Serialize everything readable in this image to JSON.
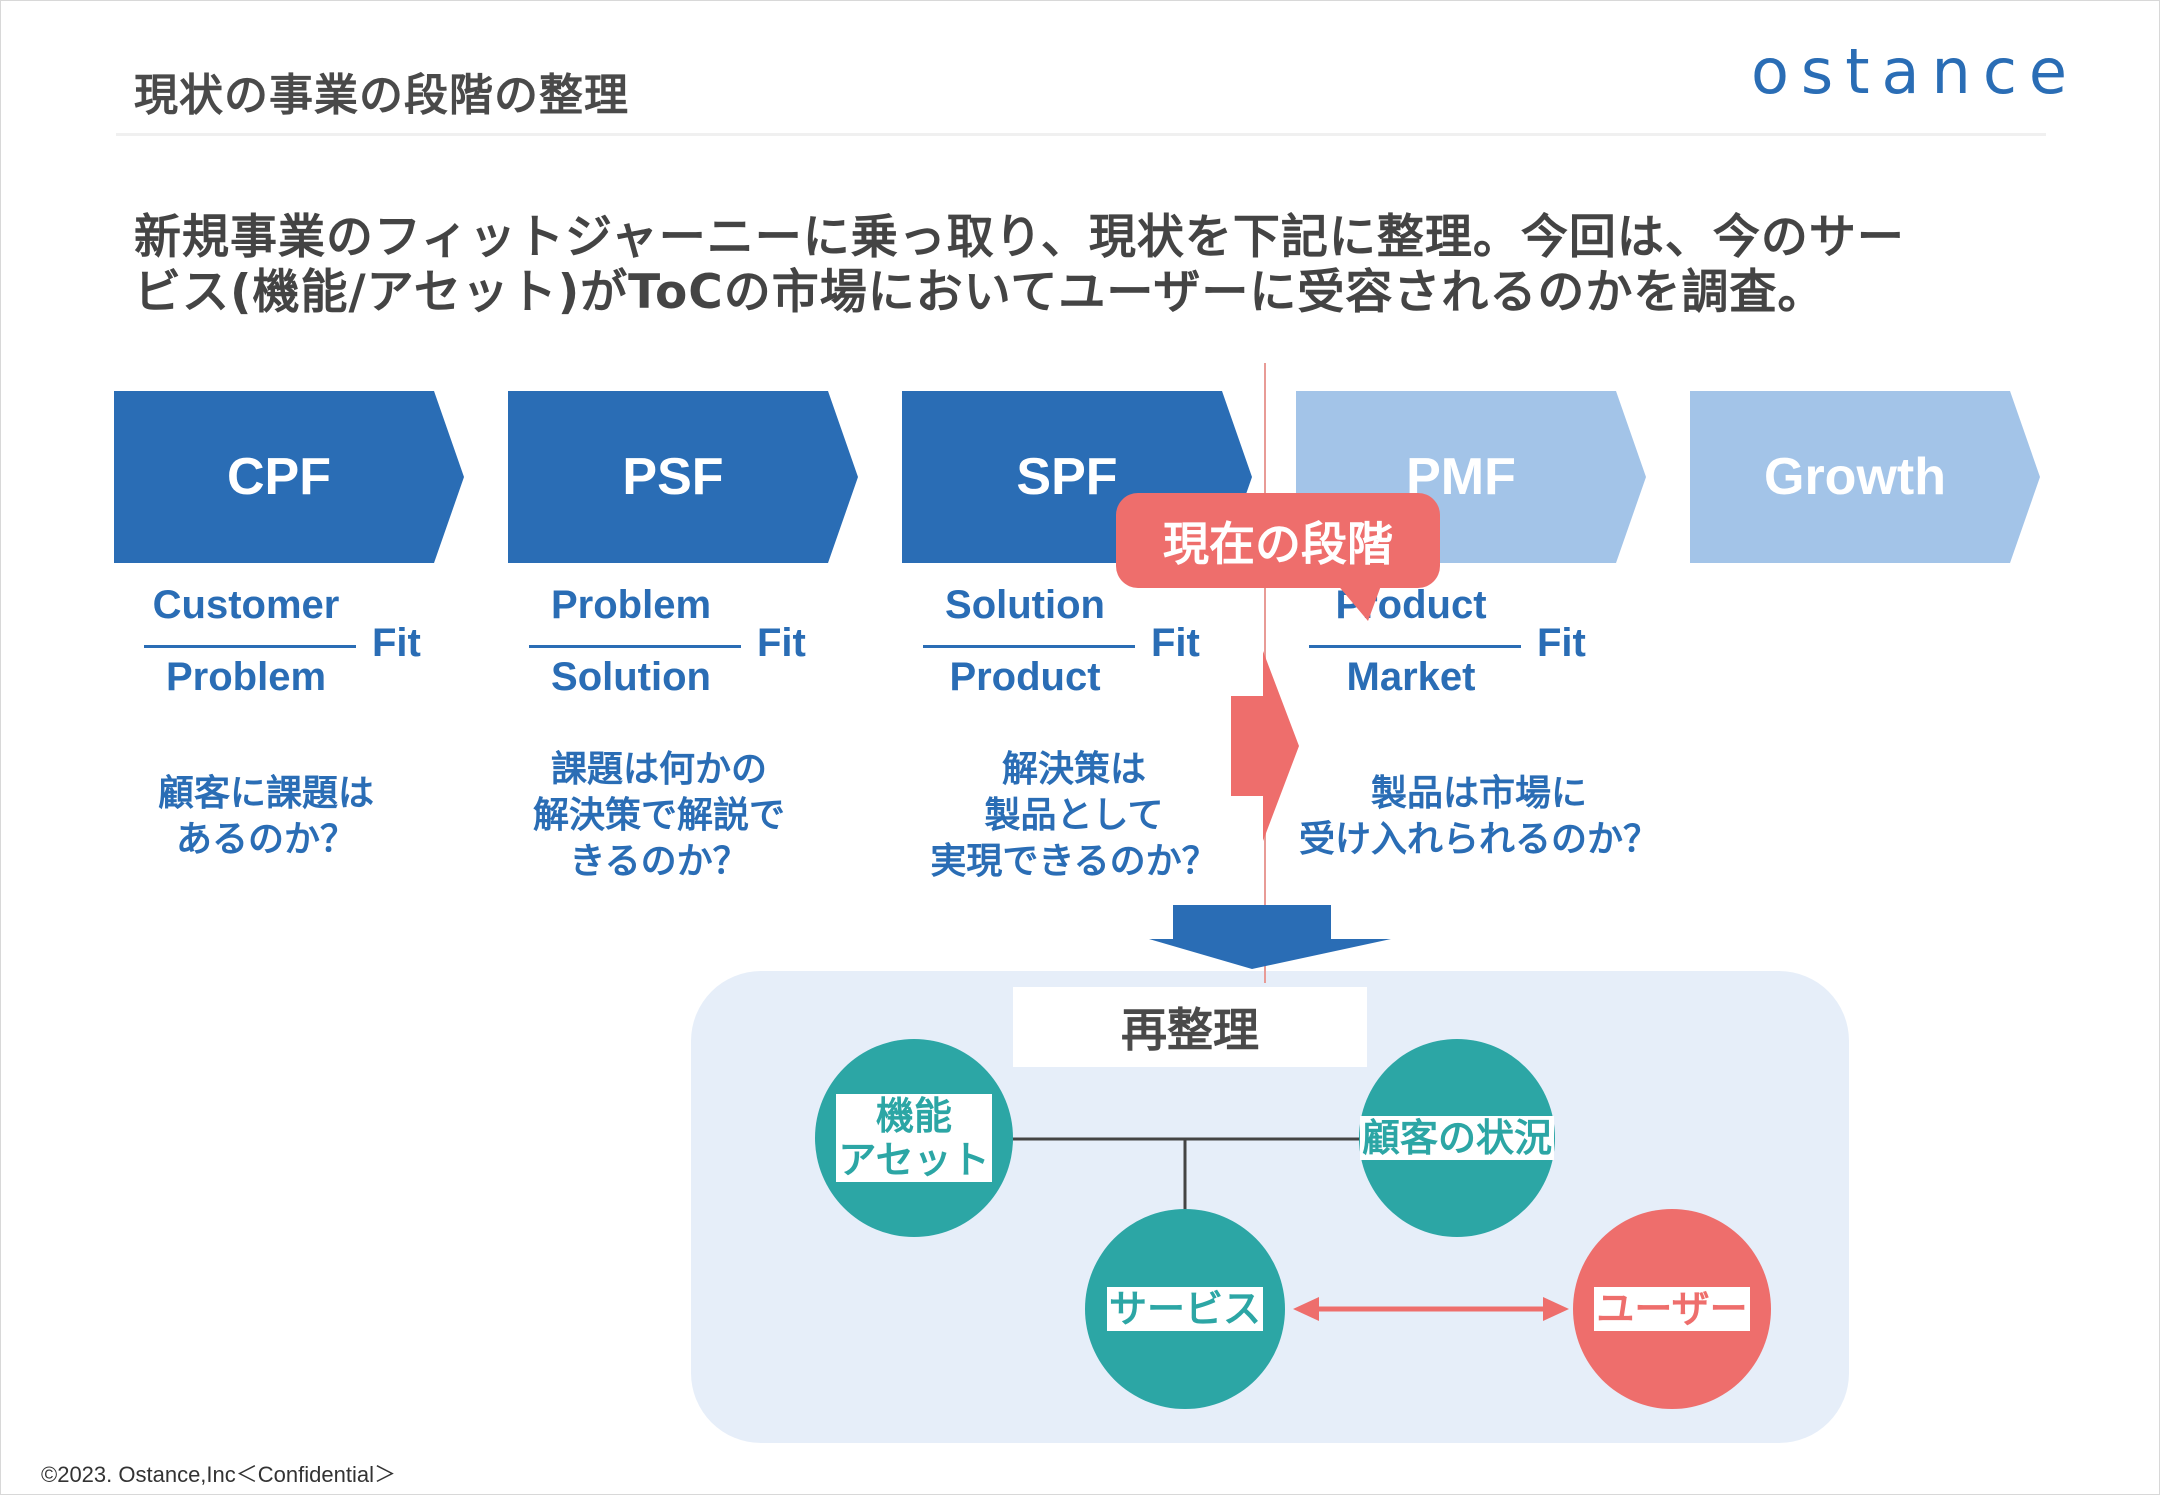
{
  "header": {
    "title": "現状の事業の段階の整理",
    "logo_text": "ostance"
  },
  "lead": {
    "line1": "新規事業のフィットジャーニーに乗っ取り、現状を下記に整理。今回は、今のサー",
    "line2": "ビス(機能/アセット)がToCの市場においてユーザーに受容されるのかを調査。"
  },
  "stages": [
    {
      "label": "CPF",
      "numerator": "Customer",
      "denominator": "Problem",
      "fit": "Fit",
      "question": [
        "顧客に課題は",
        "あるのか？"
      ],
      "status": "done"
    },
    {
      "label": "PSF",
      "numerator": "Problem",
      "denominator": "Solution",
      "fit": "Fit",
      "question": [
        "課題は何かの",
        "解決策で解説で",
        "きるのか？"
      ],
      "status": "done"
    },
    {
      "label": "SPF",
      "numerator": "Solution",
      "denominator": "Product",
      "fit": "Fit",
      "question": [
        "解決策は",
        "製品として",
        "実現できるのか？"
      ],
      "status": "done"
    },
    {
      "label": "PMF",
      "numerator": "Product",
      "denominator": "Market",
      "fit": "Fit",
      "question": [
        "製品は市場に",
        "受け入れられるのか？"
      ],
      "status": "upcoming"
    },
    {
      "label": "Growth",
      "status": "upcoming"
    }
  ],
  "current_stage_callout": "現在の段階",
  "reorganize": {
    "title": "再整理",
    "nodes": {
      "function_asset": [
        "機能",
        "アセット"
      ],
      "customer_situation": "顧客の状況",
      "service": "サービス",
      "user": "ユーザー"
    }
  },
  "colors": {
    "dark_blue": "#2a6db5",
    "light_blue": "#a3c4e8",
    "teal": "#2ca6a5",
    "coral": "#ee6e6c",
    "panel": "#e6eef9"
  },
  "footer": "©2023. Ostance,Inc＜Confidential＞"
}
